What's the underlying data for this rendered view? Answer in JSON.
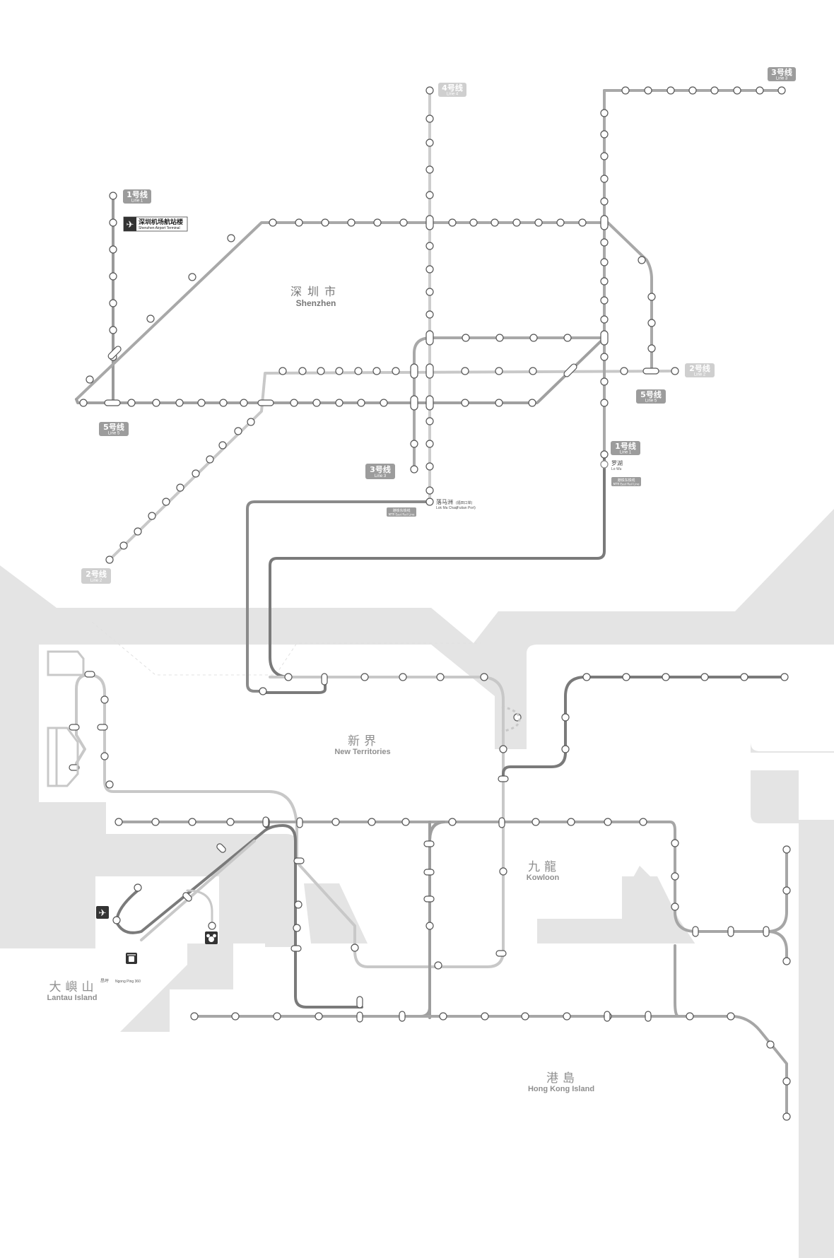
{
  "map": {
    "regions": {
      "shenzhen": {
        "cn": "深圳市",
        "en": "Shenzhen"
      },
      "new_territories": {
        "cn": "新界",
        "en": "New Territories"
      },
      "kowloon": {
        "cn": "九龍",
        "en": "Kowloon"
      },
      "hong_kong_island": {
        "cn": "港島",
        "en": "Hong Kong Island"
      },
      "lantau": {
        "cn": "大嶼山",
        "en": "Lantau Island"
      }
    },
    "line_tags": {
      "line1_top": {
        "cn": "1号线",
        "en": "Line 1"
      },
      "line1_lowu": {
        "cn": "1号线",
        "en": "Line 1"
      },
      "line2_right": {
        "cn": "2号线",
        "en": "Line 2"
      },
      "line2_left": {
        "cn": "2号线",
        "en": "Line 2"
      },
      "line3_top": {
        "cn": "3号线",
        "en": "Line 3"
      },
      "line3_bottom": {
        "cn": "3号线",
        "en": "Line 3"
      },
      "line4_top": {
        "cn": "4号线",
        "en": "Line 4"
      },
      "line5_left": {
        "cn": "5号线",
        "en": "Line 5"
      },
      "line5_right": {
        "cn": "5号线",
        "en": "Line 5"
      }
    },
    "stations": {
      "airport_terminal": {
        "cn": "深圳机场航站楼",
        "en": "Shenzhen Airport Terminal"
      },
      "lowu": {
        "cn": "罗湖",
        "en": "Lo Wu",
        "badge": "港铁东铁线",
        "badge_en": "MTR East Rail Line"
      },
      "lok_ma_chau": {
        "cn": "落马洲",
        "cn_note": "(福田口岸)",
        "en": "Lok Ma Chau",
        "en_note": "(Futian Port)",
        "badge": "港铁东铁线",
        "badge_en": "MTR East Rail Line"
      },
      "ngong_ping": {
        "cn": "昂坪",
        "en": "Ngong Ping 360"
      }
    },
    "colors": {
      "sea": "#e4e4e4",
      "land": "#ffffff",
      "line_dark": "#7a7a7a",
      "line_mid": "#9e9e9e",
      "line_light": "#c8c8c8",
      "tag_dark": "#9c9c9c",
      "tag_light": "#cfcfcf"
    },
    "icons": [
      "airplane-icon",
      "mickey-icon",
      "cable-car-icon"
    ]
  }
}
